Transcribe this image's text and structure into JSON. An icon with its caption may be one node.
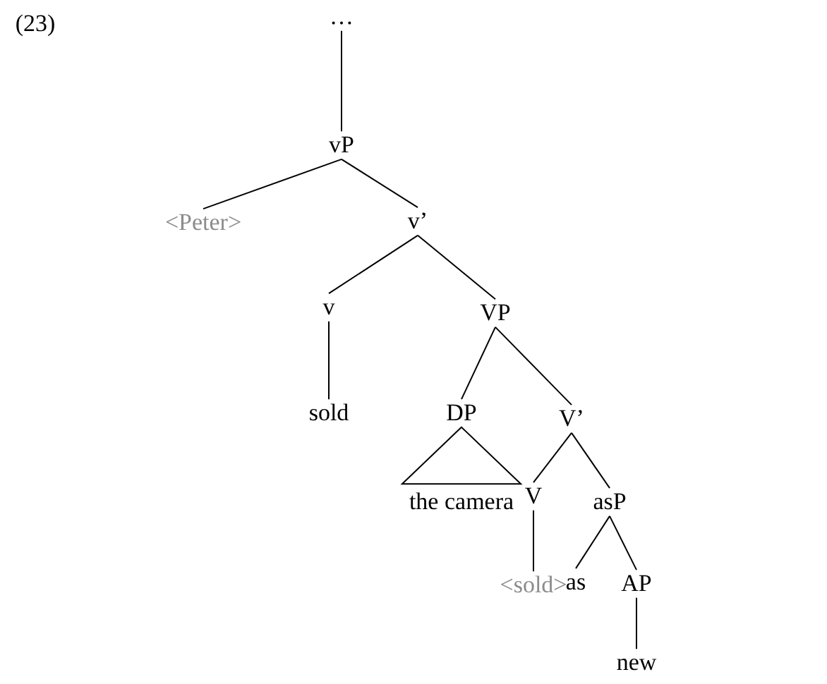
{
  "diagram": {
    "nodes": [
      {
        "text": [
          "…"
        ]
      },
      {
        "text": [
          "vP"
        ]
      },
      {
        "text": [
          "<Peter>"
        ]
      },
      {
        "text": [
          "v’"
        ]
      },
      {
        "text": [
          "v"
        ]
      },
      {
        "text": [
          "VP"
        ]
      },
      {
        "text": [
          "sold"
        ]
      },
      {
        "text": [
          "DP"
        ]
      },
      {
        "text": [
          "V’"
        ]
      },
      {
        "text": [
          "the camera"
        ]
      },
      {
        "text": [
          "V"
        ]
      },
      {
        "text": [
          "asP"
        ]
      },
      {
        "text": [
          "<sold>"
        ]
      },
      {
        "text": [
          "as"
        ]
      },
      {
        "text": [
          "AP"
        ]
      },
      {
        "text": [
          "new"
        ]
      }
    ],
    "edges": [
      {
        "from": 0,
        "to": 1,
        "arrow": "none"
      },
      {
        "from": 1,
        "to": 2,
        "arrow": "none"
      },
      {
        "from": 1,
        "to": 3,
        "arrow": "none"
      },
      {
        "from": 3,
        "to": 4,
        "arrow": "none"
      },
      {
        "from": 3,
        "to": 5,
        "arrow": "none"
      },
      {
        "from": 4,
        "to": 6,
        "arrow": "none"
      },
      {
        "from": 5,
        "to": 7,
        "arrow": "none"
      },
      {
        "from": 5,
        "to": 8,
        "arrow": "none"
      },
      {
        "from": 7,
        "to": 9,
        "arrow": "none"
      },
      {
        "from": 8,
        "to": 10,
        "arrow": "none"
      },
      {
        "from": 8,
        "to": 11,
        "arrow": "none"
      },
      {
        "from": 10,
        "to": 12,
        "arrow": "none"
      },
      {
        "from": 11,
        "to": 13,
        "arrow": "none"
      },
      {
        "from": 11,
        "to": 14,
        "arrow": "none"
      },
      {
        "from": 14,
        "to": 15,
        "arrow": "none"
      }
    ],
    "labels": [
      "(23)"
    ]
  }
}
